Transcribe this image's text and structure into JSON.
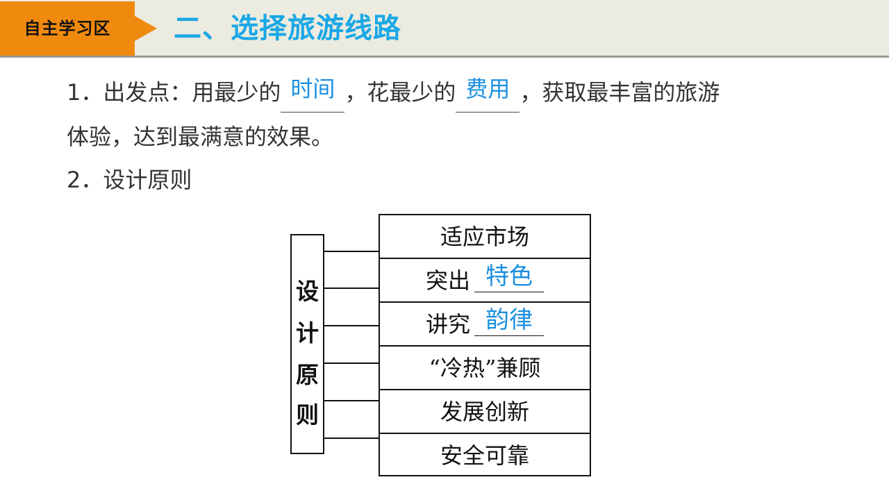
{
  "header": {
    "section_tag": "自主学习区",
    "title": "二、选择旅游线路"
  },
  "content": {
    "item1": {
      "prefix": "1．出发点：用最少的",
      "blank1": "时间",
      "middle": "，花最少的",
      "blank2": "费用",
      "suffix": "，获取最丰富的旅游",
      "line2": "体验，达到最满意的效果。"
    },
    "item2": {
      "text": "2．设计原则"
    }
  },
  "diagram": {
    "root_chars": [
      "设",
      "计",
      "原",
      "则"
    ],
    "principles": [
      {
        "text": "适应市场",
        "blank": ""
      },
      {
        "text": "突出",
        "blank": "特色"
      },
      {
        "text": "讲究",
        "blank": "韵律"
      },
      {
        "text": "“冷热”兼顾",
        "blank": ""
      },
      {
        "text": "发展创新",
        "blank": ""
      },
      {
        "text": "安全可靠",
        "blank": ""
      }
    ]
  },
  "colors": {
    "tag_orange": "#f08a0f",
    "title_blue": "#1aa7e6",
    "answer_blue": "#1a8fe0",
    "header_band": "#ecebe0"
  }
}
